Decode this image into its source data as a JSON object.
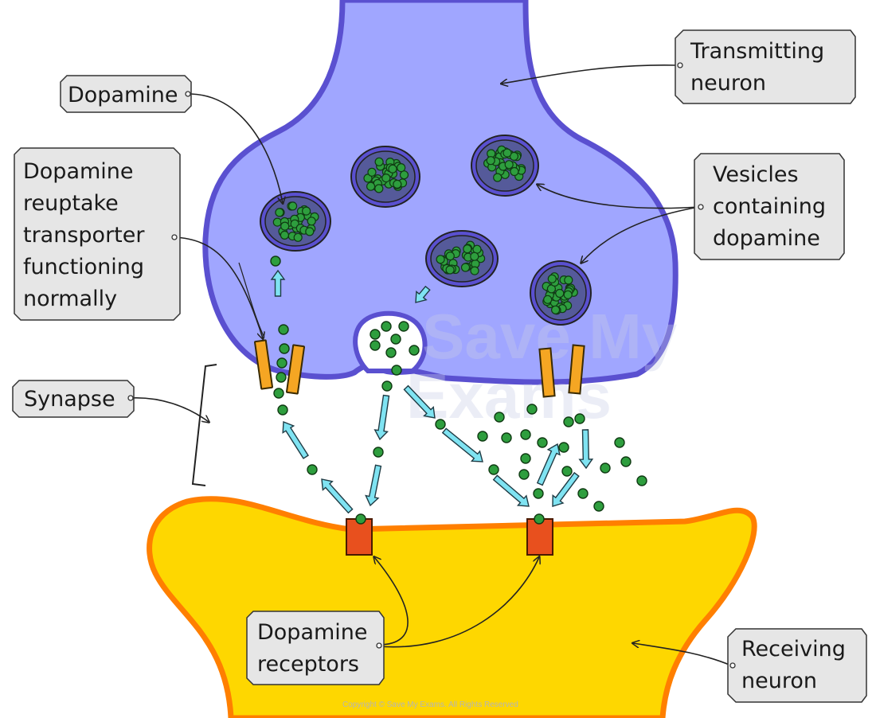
{
  "labels": {
    "dopamine": "Dopamine",
    "transmitting_1": "Transmitting",
    "transmitting_2": "neuron",
    "reuptake_1": "Dopamine",
    "reuptake_2": "reuptake",
    "reuptake_3": "transporter",
    "reuptake_4": "functioning",
    "reuptake_5": "normally",
    "vesicles_1": "Vesicles",
    "vesicles_2": "containing",
    "vesicles_3": "dopamine",
    "synapse": "Synapse",
    "receptors_1": "Dopamine",
    "receptors_2": "receptors",
    "receiving_1": "Receiving",
    "receiving_2": "neuron"
  },
  "watermark": {
    "line1": "Save My",
    "line2": "Exams"
  },
  "copyright": "Copyright © Save My Exams. All Rights Reserved",
  "colors": {
    "transmitting_fill": "#a0a6ff",
    "transmitting_outline": "#5a50d0",
    "receiving_fill": "#fed700",
    "receiving_outline": "#ff7f00",
    "vesicle_fill": "#555a9a",
    "dopamine": "#2e9e3e",
    "transporter": "#f5a623",
    "receptor": "#e8501e",
    "arrow": "#7fe3f2",
    "label_bg": "#e6e6e6"
  }
}
